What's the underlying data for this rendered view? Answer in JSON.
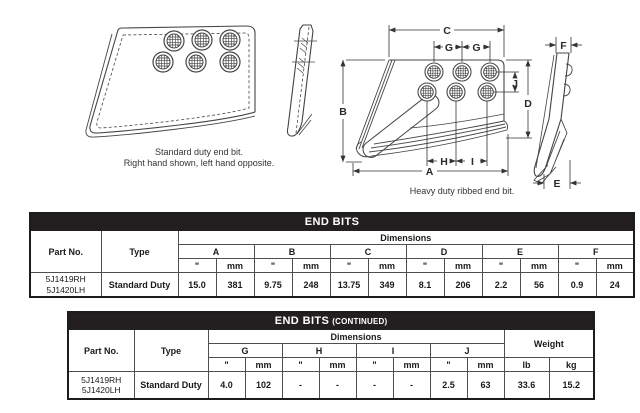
{
  "diagram_std": {
    "caption1": "Standard duty end bit.",
    "caption2": "Right hand shown, left hand opposite."
  },
  "diagram_heavy": {
    "caption": "Heavy duty ribbed end bit.",
    "dim_a": "A",
    "dim_b": "B",
    "dim_c": "C",
    "dim_d": "D",
    "dim_e": "E",
    "dim_f": "F",
    "dim_g1": "G",
    "dim_g2": "G",
    "dim_h": "H",
    "dim_i": "I",
    "dim_j": "J"
  },
  "table_endbits": {
    "title": "END BITS",
    "headers": {
      "part": "Part No.",
      "type": "Type",
      "dimensions": "Dimensions"
    },
    "dims": [
      "A",
      "B",
      "C",
      "D",
      "E",
      "F"
    ],
    "unit_inch": "\"",
    "unit_mm": "mm",
    "row": {
      "part1": "5J1419RH",
      "part2": "5J1420LH",
      "type": "Standard Duty",
      "values": [
        "15.0",
        "381",
        "9.75",
        "248",
        "13.75",
        "349",
        "8.1",
        "206",
        "2.2",
        "56",
        "0.9",
        "24"
      ]
    }
  },
  "table_continued": {
    "title": "END BITS",
    "title_suffix": "(CONTINUED)",
    "headers": {
      "part": "Part No.",
      "type": "Type",
      "dimensions": "Dimensions",
      "weight": "Weight"
    },
    "dims": [
      "G",
      "H",
      "I",
      "J"
    ],
    "unit_inch": "\"",
    "unit_mm": "mm",
    "unit_lb": "lb",
    "unit_kg": "kg",
    "row": {
      "part1": "5J1419RH",
      "part2": "5J1420LH",
      "type": "Standard Duty",
      "values": [
        "4.0",
        "102",
        "-",
        "-",
        "-",
        "-",
        "2.5",
        "63"
      ],
      "weight": [
        "33.6",
        "15.2"
      ]
    }
  }
}
